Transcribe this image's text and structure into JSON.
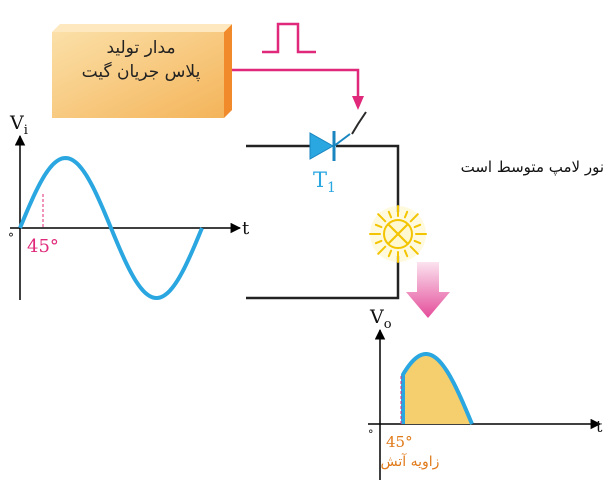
{
  "generator": {
    "line1": "مدار تولید",
    "line2": "پلاس جریان گیت"
  },
  "thyristor": {
    "label": "T",
    "subscript": "1"
  },
  "lamp_caption": "نور لامپ متوسط است",
  "input_graph": {
    "y_label": "V",
    "y_subscript": "i",
    "x_label": "t",
    "origin_label": "°",
    "angle_label": "45°"
  },
  "output_graph": {
    "y_label": "V",
    "y_subscript": "o",
    "x_label": "t",
    "origin_label": "°",
    "angle_label": "45°",
    "firing_caption": "زاویه آتش"
  },
  "colors": {
    "wave": "#2aa6e0",
    "pink": "#e0297a",
    "orange": "#e07a1a",
    "box": "#f8c979",
    "fill": "#f5cf6e",
    "lamp": "#f3c400"
  }
}
